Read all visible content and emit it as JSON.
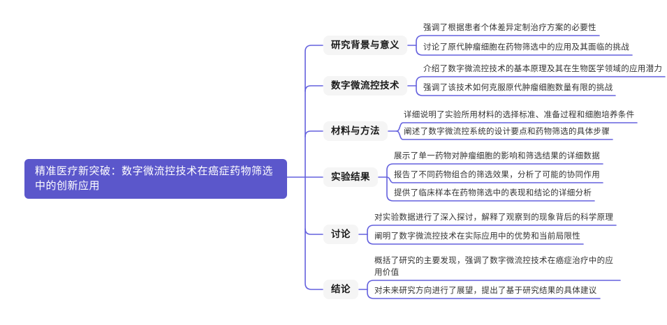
{
  "root": {
    "label": "精准医疗新突破：数字微流控技术在癌症药物筛选中的创新应用"
  },
  "branches": [
    {
      "label": "研究背景与意义",
      "leaves": [
        "强调了根据患者个体差异定制治疗方案的必要性",
        "讨论了原代肿瘤细胞在药物筛选中的应用及其面临的挑战"
      ]
    },
    {
      "label": "数字微流控技术",
      "leaves": [
        "介绍了数字微流控技术的基本原理及其在生物医学领域的应用潜力",
        "强调了该技术如何克服原代肿瘤细胞数量有限的挑战"
      ]
    },
    {
      "label": "材料与方法",
      "leaves": [
        "详细说明了实验所用材料的选择标准、准备过程和细胞培养条件",
        "阐述了数字微流控系统的设计要点和药物筛选的具体步骤"
      ]
    },
    {
      "label": "实验结果",
      "leaves": [
        "展示了单一药物对肿瘤细胞的影响和筛选结果的详细数据",
        "报告了不同药物组合的筛选效果，分析了可能的协同作用",
        "提供了临床样本在药物筛选中的表现和结论的详细分析"
      ]
    },
    {
      "label": "讨论",
      "leaves": [
        "对实验数据进行了深入探讨，解释了观察到的现象背后的科学原理",
        "阐明了数字微流控技术在实际应用中的优势和当前局限性"
      ]
    },
    {
      "label": "结论",
      "leaves": [
        "概括了研究的主要发现，强调了数字微流控技术在癌症治疗中的应用价值",
        "对未来研究方向进行了展望，提出了基于研究结果的具体建议"
      ]
    }
  ],
  "colors": {
    "background": "#FFFFFF",
    "root_bg": "#5B57CB",
    "root_text": "#FFFFFF",
    "branch_bg": "#F5F5F5",
    "branch_text": "#1A1A1A",
    "leaf_text": "#333333",
    "connector": "#6461DE"
  }
}
